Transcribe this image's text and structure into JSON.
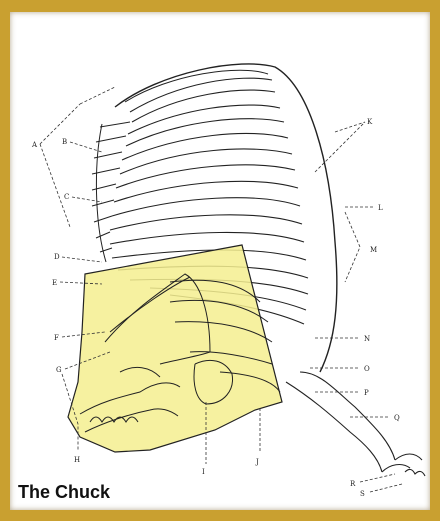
{
  "caption": "The Chuck",
  "colors": {
    "frame": "#c9a030",
    "highlight": "#f4ee8f",
    "line": "#222222"
  },
  "labels": {
    "A": "A",
    "B": "B",
    "C": "C",
    "D": "D",
    "E": "E",
    "F": "F",
    "G": "G",
    "H": "H",
    "I": "I",
    "J": "J",
    "K": "K",
    "L": "L",
    "M": "M",
    "N": "N",
    "O": "O",
    "P": "P",
    "Q": "Q",
    "R": "R",
    "S": "S"
  }
}
